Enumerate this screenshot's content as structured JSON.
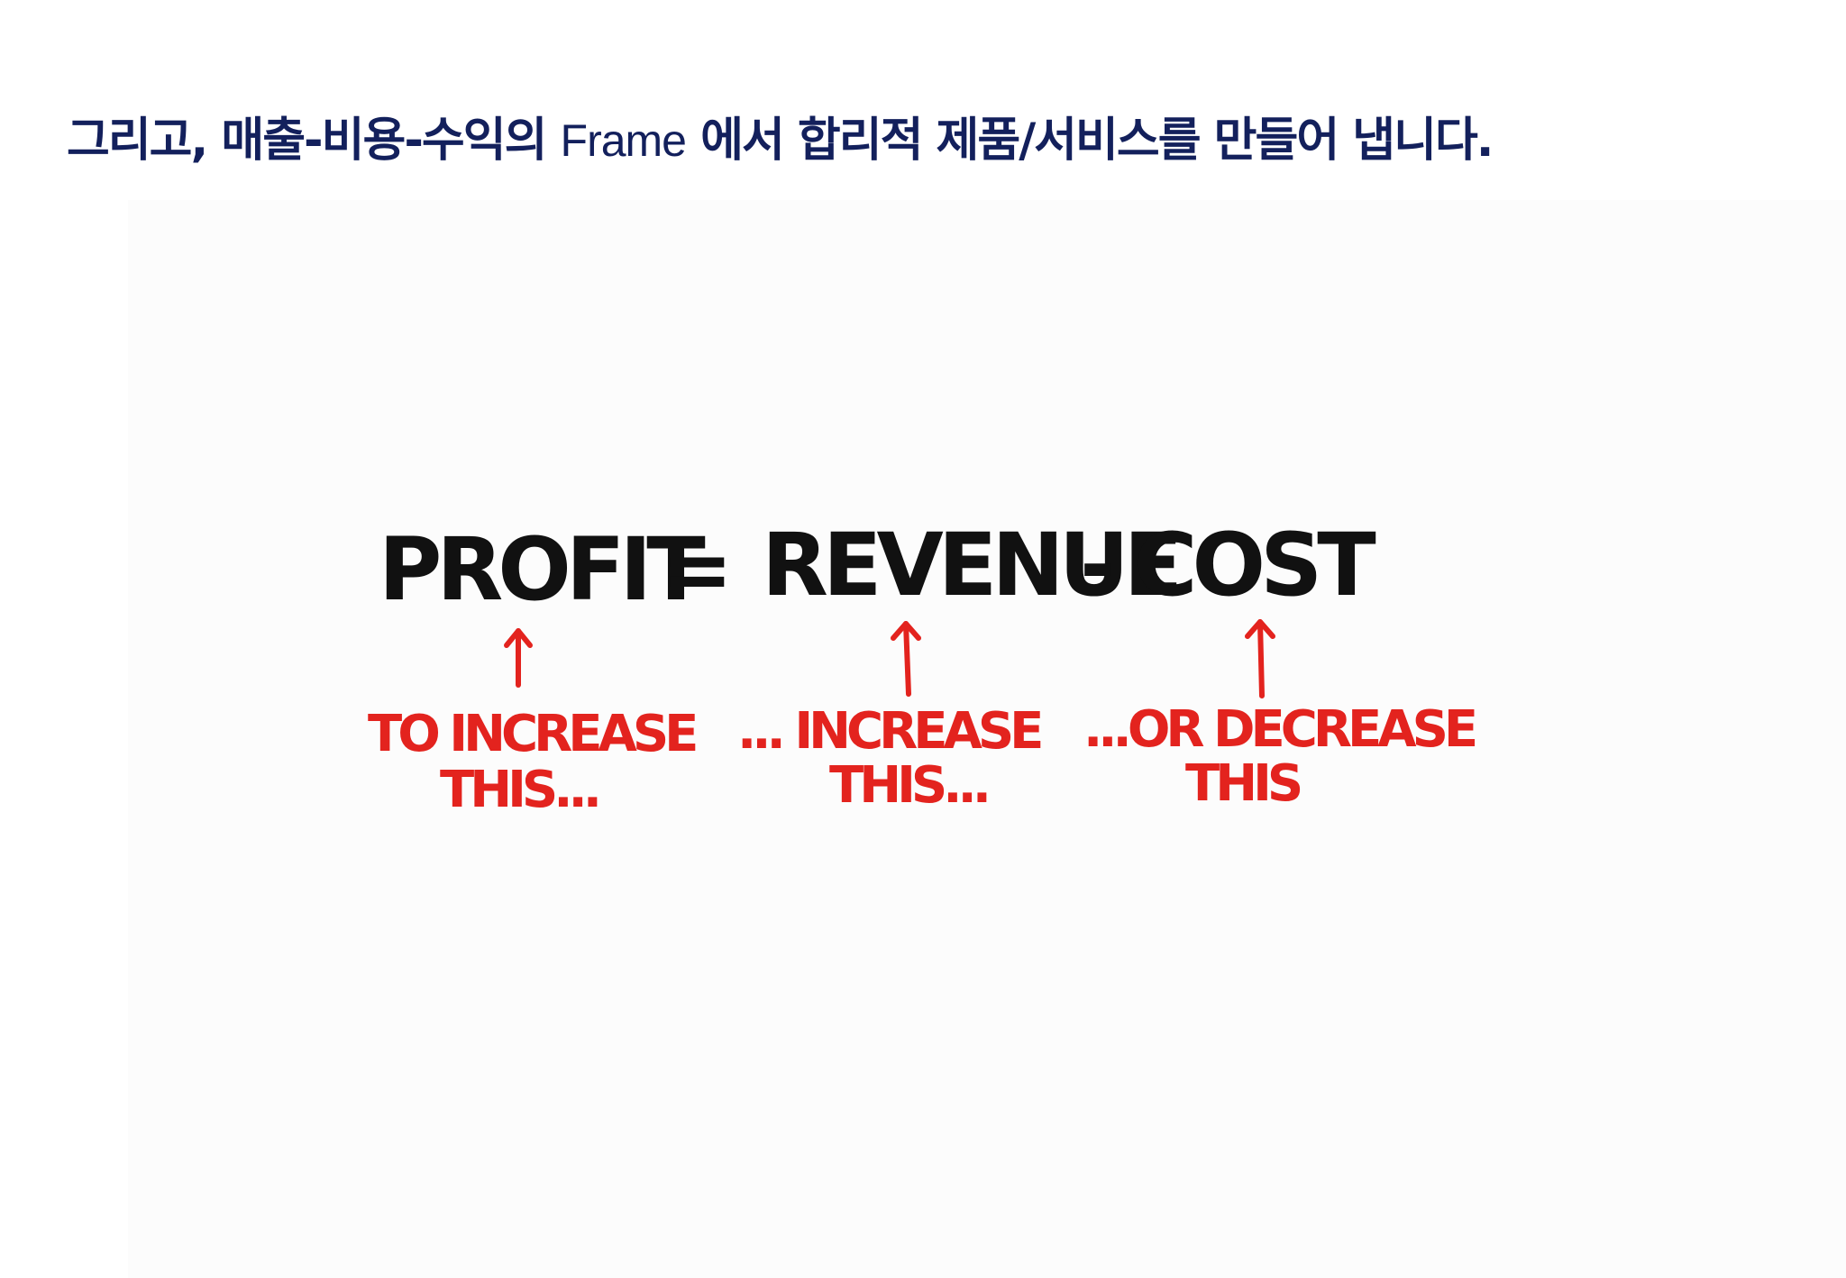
{
  "title": {
    "part1": "그리고, 매출-비용-수익의 ",
    "part2": "Frame",
    "part3": " 에서 합리적 제품/서비스를 만들어 냅니다."
  },
  "equation": {
    "profit": "PROFIT",
    "equals": "=",
    "revenue": "REVENUE",
    "minus": "-",
    "cost": "COST"
  },
  "annotations": {
    "profit_line1": "TO INCREASE",
    "profit_line2": "THIS...",
    "revenue_line1": "... INCREASE",
    "revenue_line2": "THIS...",
    "cost_line1": "...OR DECREASE",
    "cost_line2": "THIS"
  },
  "colors": {
    "title": "#13205c",
    "equation": "#111111",
    "annotation": "#e3231e"
  }
}
